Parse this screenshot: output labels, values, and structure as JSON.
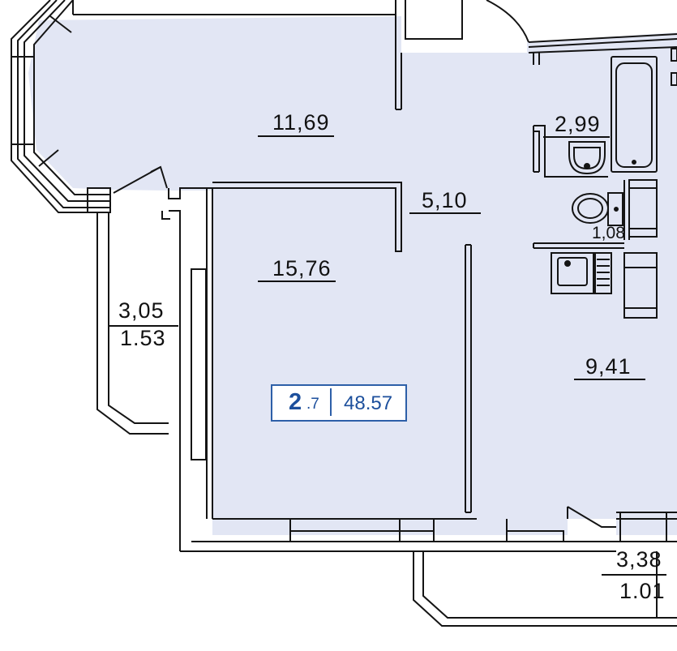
{
  "rooms": [
    {
      "id": "living-room",
      "area": "11,69"
    },
    {
      "id": "hall",
      "area": "5,10"
    },
    {
      "id": "bedroom",
      "area": "15,76"
    },
    {
      "id": "bathroom",
      "area": "2,99"
    },
    {
      "id": "toilet",
      "area": "1,08"
    },
    {
      "id": "kitchen",
      "area": "9,41"
    }
  ],
  "balconies": [
    {
      "id": "left-balcony",
      "area": "3,05",
      "reduced_area": "1.53"
    },
    {
      "id": "bottom-balcony",
      "area": "3,38",
      "reduced_area": "1.01"
    }
  ],
  "apartment": {
    "rooms": "2",
    "floor": ".7",
    "total_area": "48.57"
  },
  "colors": {
    "floor_fill": "#e2e6f4",
    "wall": "#141414",
    "badge": "#1c4f9c"
  }
}
